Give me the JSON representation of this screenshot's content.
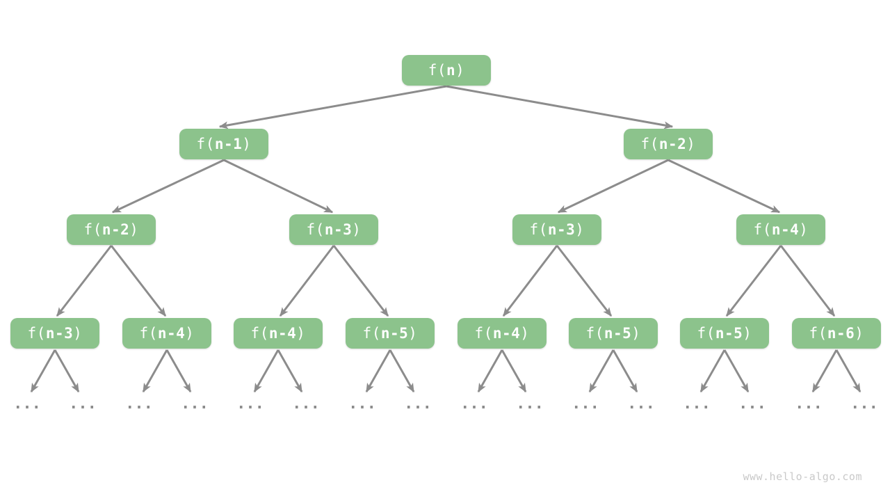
{
  "tree": {
    "levels": [
      {
        "nodes": [
          {
            "pre": "f(",
            "var": "n",
            "post": ")"
          }
        ]
      },
      {
        "nodes": [
          {
            "pre": "f(",
            "var": "n-1",
            "post": ")"
          },
          {
            "pre": "f(",
            "var": "n-2",
            "post": ")"
          }
        ]
      },
      {
        "nodes": [
          {
            "pre": "f(",
            "var": "n-2",
            "post": ")"
          },
          {
            "pre": "f(",
            "var": "n-3",
            "post": ")"
          },
          {
            "pre": "f(",
            "var": "n-3",
            "post": ")"
          },
          {
            "pre": "f(",
            "var": "n-4",
            "post": ")"
          }
        ]
      },
      {
        "nodes": [
          {
            "pre": "f(",
            "var": "n-3",
            "post": ")"
          },
          {
            "pre": "f(",
            "var": "n-4",
            "post": ")"
          },
          {
            "pre": "f(",
            "var": "n-4",
            "post": ")"
          },
          {
            "pre": "f(",
            "var": "n-5",
            "post": ")"
          },
          {
            "pre": "f(",
            "var": "n-4",
            "post": ")"
          },
          {
            "pre": "f(",
            "var": "n-5",
            "post": ")"
          },
          {
            "pre": "f(",
            "var": "n-5",
            "post": ")"
          },
          {
            "pre": "f(",
            "var": "n-6",
            "post": ")"
          }
        ]
      }
    ],
    "ellipsis": "..."
  },
  "watermark": "www.hello-algo.com",
  "colors": {
    "node_fill": "#8cc38c",
    "node_text": "#ffffff",
    "edge": "#8c8c8c",
    "ellipsis": "#8c8c8c",
    "watermark": "#c9c9c9",
    "background": "#ffffff"
  }
}
